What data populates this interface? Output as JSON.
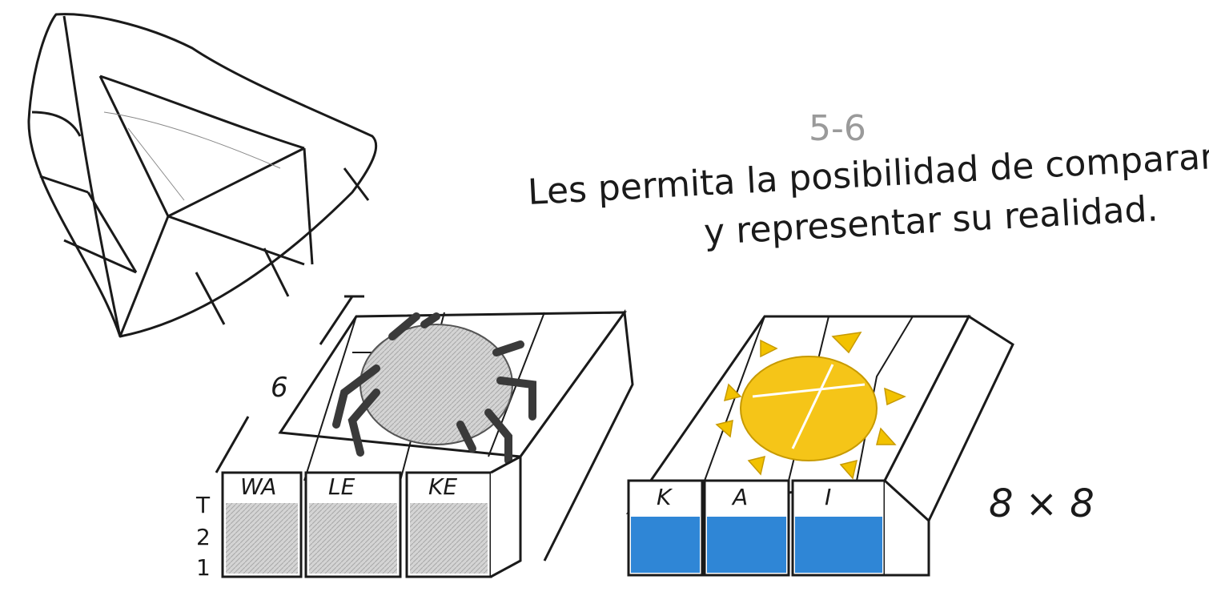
{
  "page_number": "5-6",
  "note_line1": "Les permita la posibilidad de comparar",
  "note_line2": "y representar su realidad.",
  "left_block": {
    "syllables": [
      "WA",
      "LE",
      "KE"
    ],
    "dimension_label": "6",
    "height_ticks": [
      "T",
      "2",
      "1"
    ]
  },
  "right_block": {
    "syllables": [
      "K",
      "A",
      "I"
    ],
    "size_label": "8 × 8"
  },
  "colors": {
    "ink": "#1a1a1a",
    "sun_yellow": "#f5c518",
    "ray_yellow": "#f2c200",
    "block_blue": "#2f86d6",
    "pencil_gray": "#b9b9b9",
    "spider_dark": "#3a3a3a"
  },
  "icons": [
    "spider-drawing",
    "sun-drawing",
    "pyramid-drawing"
  ]
}
